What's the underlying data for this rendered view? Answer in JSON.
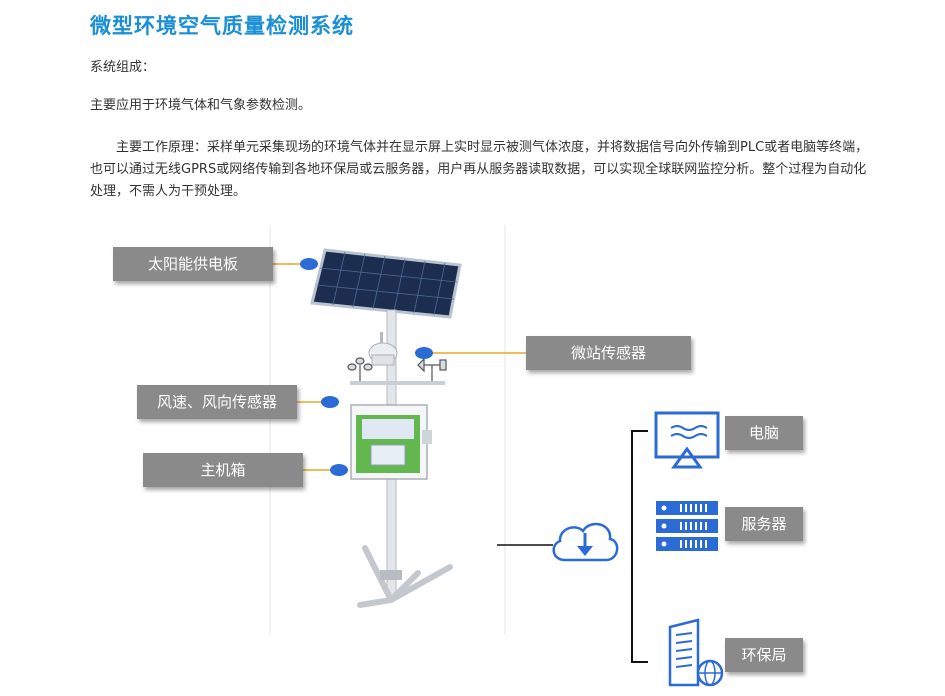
{
  "title": "微型环境空气质量检测系统",
  "composition_label": "系统组成：",
  "purpose": "主要应用于环境气体和气象参数检测。",
  "principle": "主要工作原理：采样单元采集现场的环境气体并在显示屏上实时显示被测气体浓度，并将数据信号向外传输到PLC或者电脑等终端，也可以通过无线GPRS或网络传输到各地环保局或云服务器，用户再从服务器读取数据，可以实现全球联网监控分析。整个过程为自动化处理，不需人为干预处理。",
  "components": {
    "solar_panel": "太阳能供电板",
    "micro_sensor": "微站传感器",
    "wind_sensor": "风速、风向传感器",
    "host_box": "主机箱"
  },
  "terminals": {
    "computer": "电脑",
    "server": "服务器",
    "epb": "环保局"
  },
  "colors": {
    "title": "#1a8fd6",
    "label_bg": "#8a8a8a",
    "connector": "#e9a825",
    "dot": "#2b6bd6",
    "icon_blue": "#2b6bd6"
  }
}
